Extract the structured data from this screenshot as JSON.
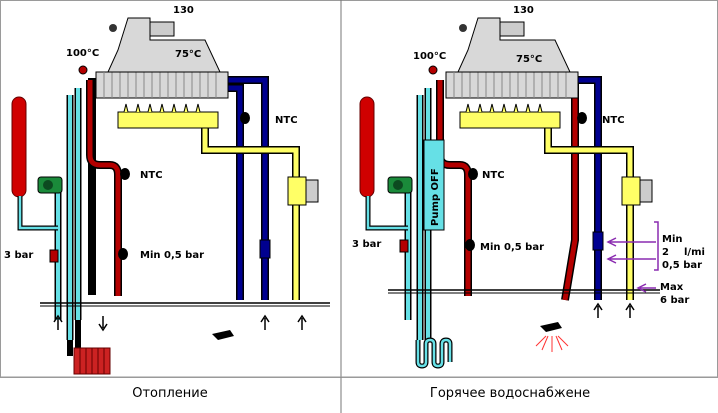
{
  "left": {
    "boiler_model": "130",
    "temp_exchanger": "100°C",
    "temp_burner": "75°C",
    "ntc_top": "NTC",
    "ntc_mid": "NTC",
    "pressure_min": "Min 0,5 bar",
    "pressure_vessel": "3 bar",
    "caption": "Отопление"
  },
  "right": {
    "boiler_model": "130",
    "temp_exchanger": "100°C",
    "temp_burner": "75°C",
    "ntc_top": "NTC",
    "ntc_mid": "NTC",
    "pressure_min": "Min 0,5 bar",
    "pressure_vessel": "3 bar",
    "pump_state": "Pump OFF",
    "flow_min": "Min",
    "flow_value": "2",
    "flow_unit": "l/mi",
    "flow_pressure": "0,5 bar",
    "max_label": "Max",
    "max_pressure": "6 bar",
    "caption": "Горячее водоснабжене"
  },
  "colors": {
    "hot_pipe": "#b40000",
    "cold_pipe": "#000090",
    "heating_pipe": "#66e0e6",
    "gas_pipe": "#ffff66",
    "vessel": "#d00000",
    "pump": "#1a8a3a",
    "arrow_purple": "#8a2bb0"
  }
}
